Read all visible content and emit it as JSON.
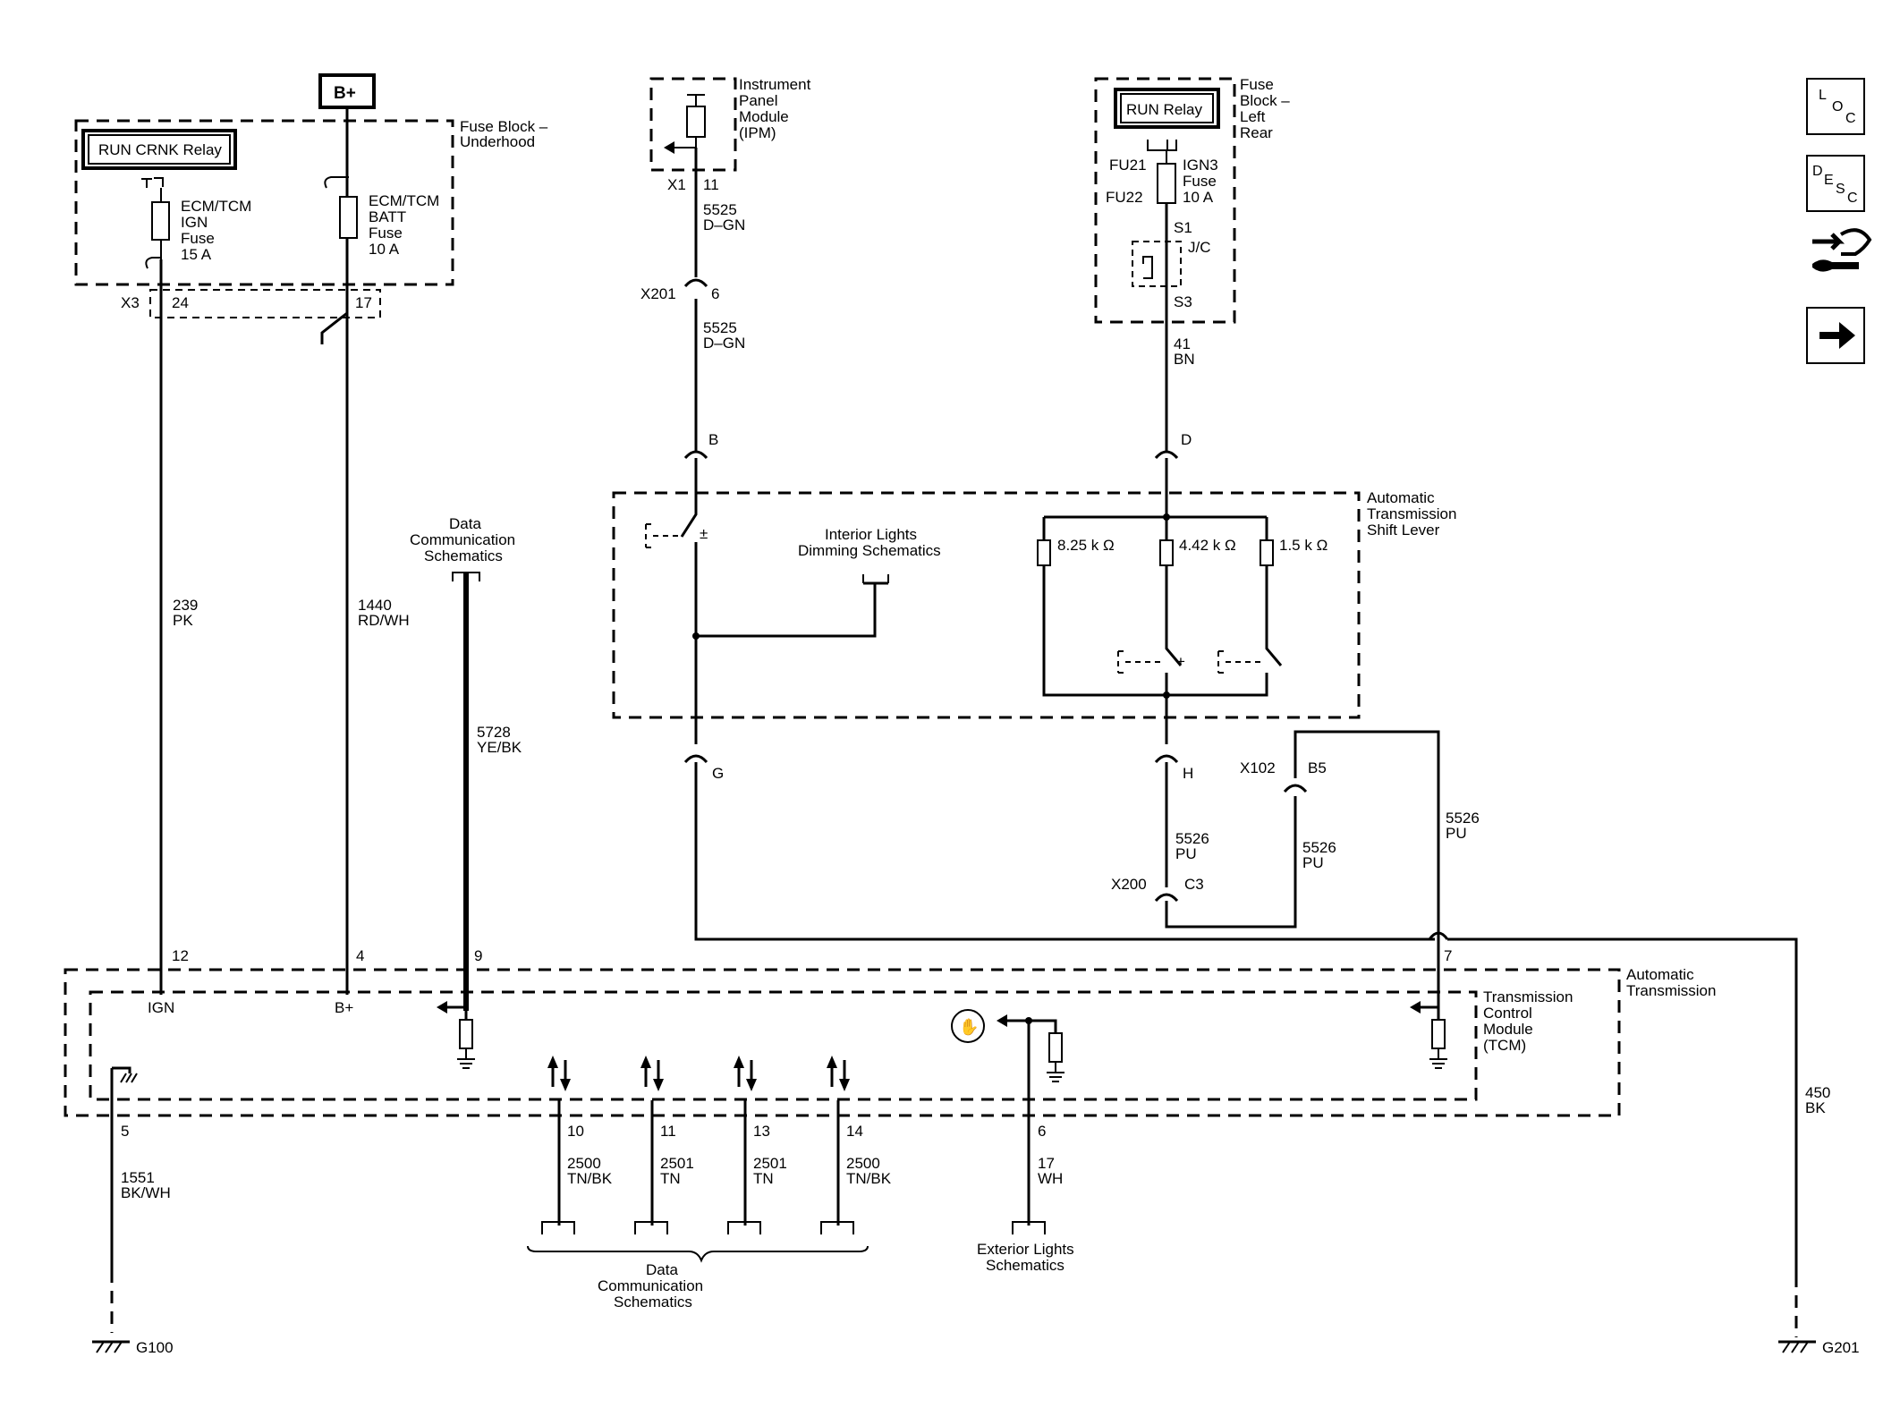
{
  "b_plus": "B+",
  "fuse_block_underhood": {
    "title": [
      "Fuse Block –",
      "Underhood"
    ],
    "relay": "RUN CRNK Relay",
    "fuse_ign": [
      "ECM/TCM",
      "IGN",
      "Fuse",
      "15 A"
    ],
    "fuse_batt": [
      "ECM/TCM",
      "BATT",
      "Fuse",
      "10 A"
    ],
    "connector": "X3",
    "pin_ign": "24",
    "pin_batt": "17"
  },
  "ipm": {
    "title": [
      "Instrument",
      "Panel",
      "Module",
      "(IPM)"
    ],
    "connector": "X1",
    "pin": "11"
  },
  "fuse_block_left_rear": {
    "title": [
      "Fuse",
      "Block –",
      "Left",
      "Rear"
    ],
    "relay": "RUN Relay",
    "fu21": "FU21",
    "fu22": "FU22",
    "fuse": [
      "IGN3",
      "Fuse",
      "10 A"
    ],
    "s1": "S1",
    "jc": "J/C",
    "s3": "S3"
  },
  "wires": {
    "w5525a": [
      "5525",
      "D–GN"
    ],
    "w5525b": [
      "5525",
      "D–GN"
    ],
    "x201": "X201",
    "x201_pin": "6",
    "w41": [
      "41",
      "BN"
    ],
    "w239": [
      "239",
      "PK"
    ],
    "w1440": [
      "1440",
      "RD/WH"
    ],
    "w5728": [
      "5728",
      "YE/BK"
    ],
    "w5526a": [
      "5526",
      "PU"
    ],
    "w5526b": [
      "5526",
      "PU"
    ],
    "w5526c": [
      "5526",
      "PU"
    ],
    "w450": [
      "450",
      "BK"
    ],
    "w1551": [
      "1551",
      "BK/WH"
    ],
    "w2500a": [
      "2500",
      "TN/BK"
    ],
    "w2501a": [
      "2501",
      "TN"
    ],
    "w2501b": [
      "2501",
      "TN"
    ],
    "w2500b": [
      "2500",
      "TN/BK"
    ],
    "w17": [
      "17",
      "WH"
    ]
  },
  "shift_lever": {
    "title": [
      "Automatic",
      "Transmission",
      "Shift Lever"
    ],
    "pin_b": "B",
    "pin_d": "D",
    "pin_g": "G",
    "pin_h": "H",
    "r1": "8.25 k Ω",
    "r2": "4.42 k Ω",
    "r3": "1.5 k Ω",
    "dimming": [
      "Interior Lights",
      "Dimming Schematics"
    ],
    "sw1_mark": "±",
    "sw2_mark": "+"
  },
  "x102": "X102",
  "b5": "B5",
  "x200": "X200",
  "c3": "C3",
  "data_comm_top": [
    "Data",
    "Communication",
    "Schematics"
  ],
  "data_comm_bottom": [
    "Data",
    "Communication",
    "Schematics"
  ],
  "exterior_lights": [
    "Exterior Lights",
    "Schematics"
  ],
  "tcm": {
    "outer_title": [
      "Automatic",
      "Transmission"
    ],
    "title": [
      "Transmission",
      "Control",
      "Module",
      "(TCM)"
    ],
    "ign": "IGN",
    "bplus": "B+",
    "pins_top": [
      "12",
      "4",
      "9",
      "7"
    ],
    "pins_bottom": [
      "5",
      "10",
      "11",
      "13",
      "14",
      "6"
    ]
  },
  "grounds": {
    "g100": "G100",
    "g201": "G201"
  },
  "side_icons": [
    "loc-icon",
    "desc-icon",
    "connector-repair-icon",
    "next-arrow-icon"
  ]
}
